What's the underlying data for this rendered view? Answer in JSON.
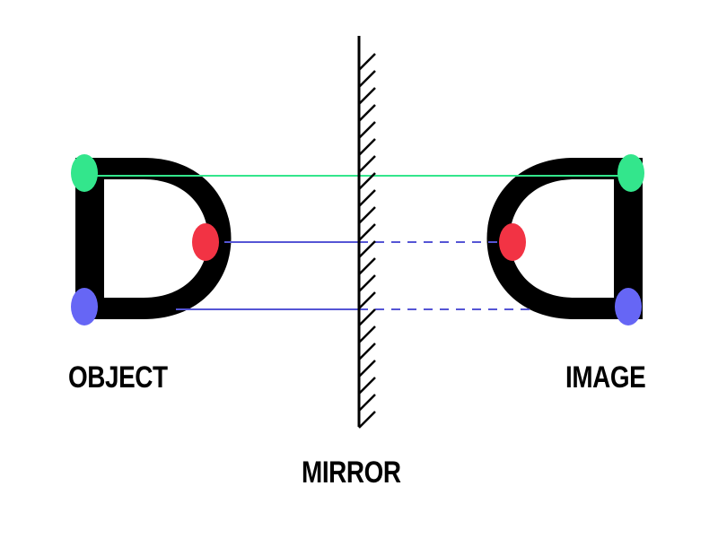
{
  "labels": {
    "object": "OBJECT",
    "image": "IMAGE",
    "mirror": "MIRROR"
  },
  "colors": {
    "background": "#ffffff",
    "ink": "#000000",
    "top_point": "#33e68c",
    "middle_point": "#f23344",
    "bottom_point": "#6666f5",
    "top_ray": "#33e68c",
    "middle_ray": "#5555d5",
    "bottom_ray": "#5555d5"
  },
  "letter": {
    "object_glyph": "D",
    "image_glyph": "D (mirrored)"
  },
  "points": [
    {
      "name": "top",
      "color_key": "top_point"
    },
    {
      "name": "middle",
      "color_key": "middle_point"
    },
    {
      "name": "bottom",
      "color_key": "bottom_point"
    }
  ],
  "rays": [
    {
      "name": "top",
      "style_after_mirror": "solid"
    },
    {
      "name": "middle",
      "style_after_mirror": "dashed"
    },
    {
      "name": "bottom",
      "style_after_mirror": "dashed"
    }
  ]
}
